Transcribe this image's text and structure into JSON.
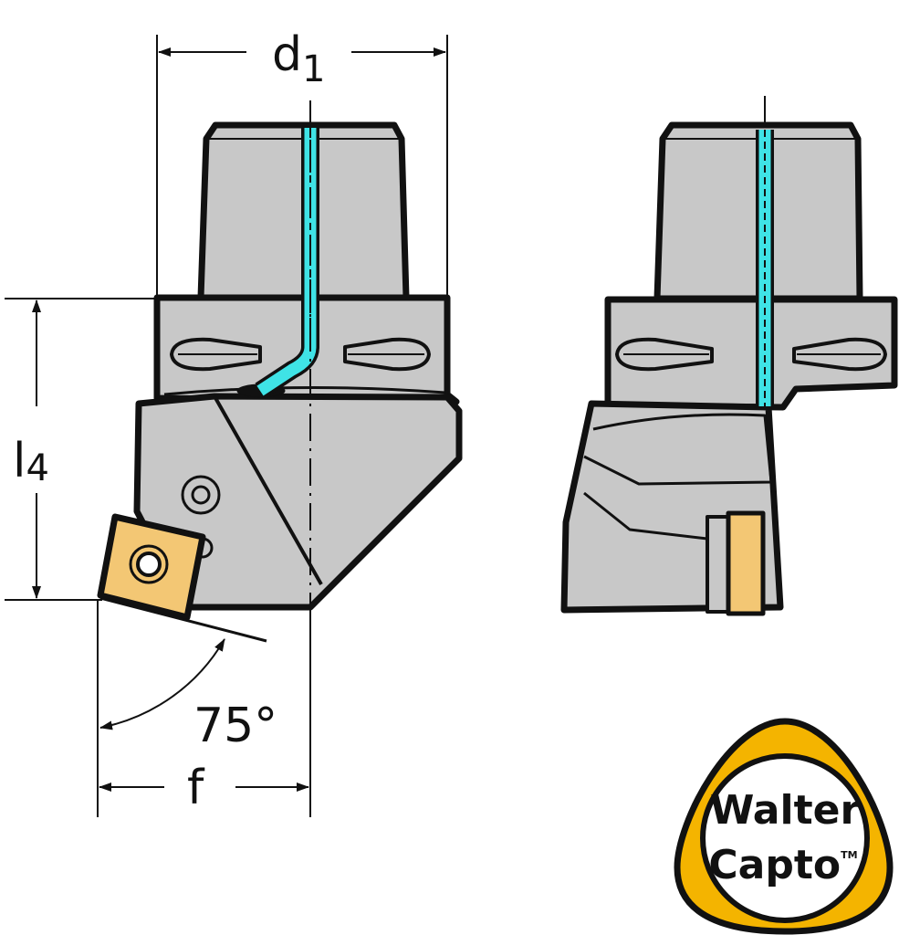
{
  "dimensions": {
    "d1": {
      "main": "d",
      "sub": "1"
    },
    "l4": {
      "main": "l",
      "sub": "4"
    },
    "f": "f",
    "angle": "75°"
  },
  "logo": {
    "line1": "Walter",
    "line2": "Capto",
    "trademark": "TM"
  },
  "colors": {
    "body": "#c8c8c8",
    "coolant": "#3fe3e6",
    "insert": "#f3c774",
    "logo_ring": "#f4b400",
    "outline": "#111111"
  }
}
